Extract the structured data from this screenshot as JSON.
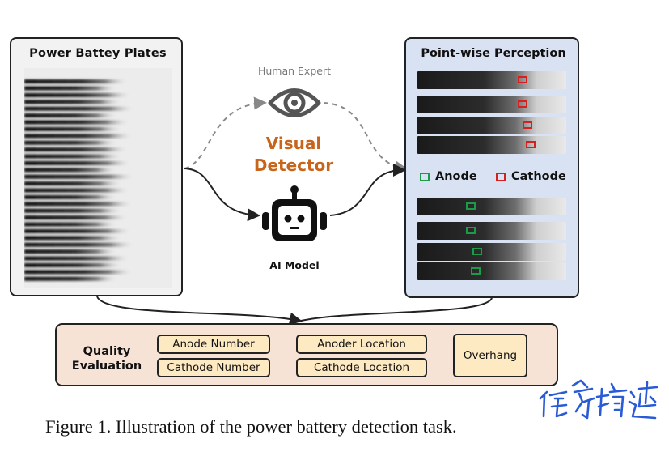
{
  "left_panel": {
    "title": "Power Battey Plates"
  },
  "right_panel": {
    "title": "Point-wise Perception",
    "legend": {
      "anode": "Anode",
      "cathode": "Cathode"
    },
    "colors": {
      "anode": "#1c9a4a",
      "cathode": "#d62020"
    }
  },
  "middle": {
    "human_expert": "Human Expert",
    "visual_detector_line1": "Visual",
    "visual_detector_line2": "Detector",
    "ai_model": "AI Model",
    "icons": [
      "eye-icon",
      "robot-icon"
    ]
  },
  "quality_evaluation": {
    "title_line1": "Quality",
    "title_line2": "Evaluation",
    "items": [
      "Anode Number",
      "Cathode Number",
      "Anoder Location",
      "Cathode Location",
      "Overhang"
    ]
  },
  "caption": "Figure 1. Illustration of the power battery detection task.",
  "handwritten_annotation": "任务描述"
}
